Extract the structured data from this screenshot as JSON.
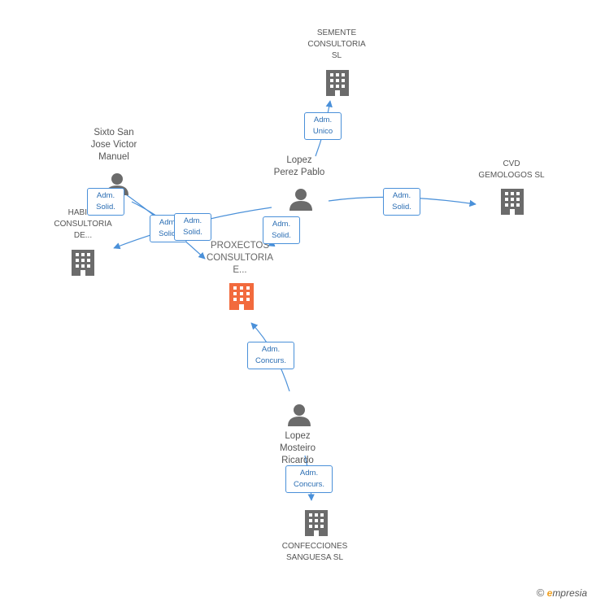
{
  "nodes": {
    "semente": {
      "label": "SEMENTE\nCONSULTORIA\nSL",
      "kind": "company"
    },
    "cvd": {
      "label": "CVD\nGEMOLOGOS SL",
      "kind": "company"
    },
    "habit": {
      "label": "HABIT...\nCONSULTORIA\nDE...",
      "kind": "company"
    },
    "proxectos": {
      "label": "PROXECTOS\nCONSULTORIA\nE...",
      "kind": "company-focus"
    },
    "confecciones": {
      "label": "CONFECCIONES\nSANGUESA SL",
      "kind": "company"
    },
    "sixto": {
      "label": "Sixto San\nJose Victor\nManuel",
      "kind": "person"
    },
    "lopez_pablo": {
      "label": "Lopez\nPerez Pablo",
      "kind": "person"
    },
    "lopez_ricardo": {
      "label": "Lopez\nMosteiro\nRicardo",
      "kind": "person"
    }
  },
  "edges": {
    "pablo_semente": "Adm.\nUnico",
    "pablo_cvd": "Adm.\nSolid.",
    "pablo_proxectos": "Adm.\nSolid.",
    "pablo_habit": "Adm.\nSolid.",
    "sixto_habit": "Adm.\nSolid.",
    "sixto_proxectos": "Adm.\nSolid.",
    "ricardo_proxectos": "Adm.\nConcurs.",
    "ricardo_confecciones": "Adm.\nConcurs."
  },
  "colors": {
    "company": "#6b6b6b",
    "focus": "#f26a3d",
    "person": "#6b6b6b",
    "edge": "#4a90d9"
  },
  "credit": {
    "symbol": "©",
    "brand_initial": "e",
    "brand_rest": "mpresia"
  }
}
